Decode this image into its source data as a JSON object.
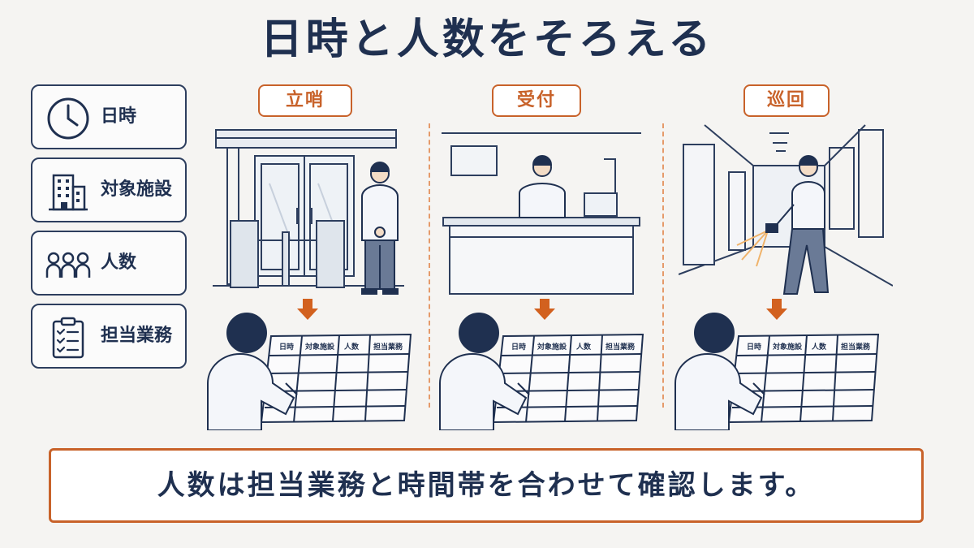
{
  "title": "日時と人数をそろえる",
  "legend": [
    {
      "label": "日時",
      "icon": "clock-icon"
    },
    {
      "label": "対象施設",
      "icon": "building-icon"
    },
    {
      "label": "人数",
      "icon": "people-icon"
    },
    {
      "label": "担当業務",
      "icon": "clipboard-icon"
    }
  ],
  "columns": [
    {
      "tag": "立哨",
      "scene": "standing-guard-scene"
    },
    {
      "tag": "受付",
      "scene": "reception-desk-scene"
    },
    {
      "tag": "巡回",
      "scene": "patrol-corridor-scene"
    }
  ],
  "form_headers": [
    "日時",
    "対象施設",
    "人数",
    "担当業務"
  ],
  "bottom_message": "人数は担当業務と時間帯を合わせて確認します。",
  "colors": {
    "navy": "#1f3050",
    "orange": "#c8622a",
    "arrow": "#d2611f"
  }
}
